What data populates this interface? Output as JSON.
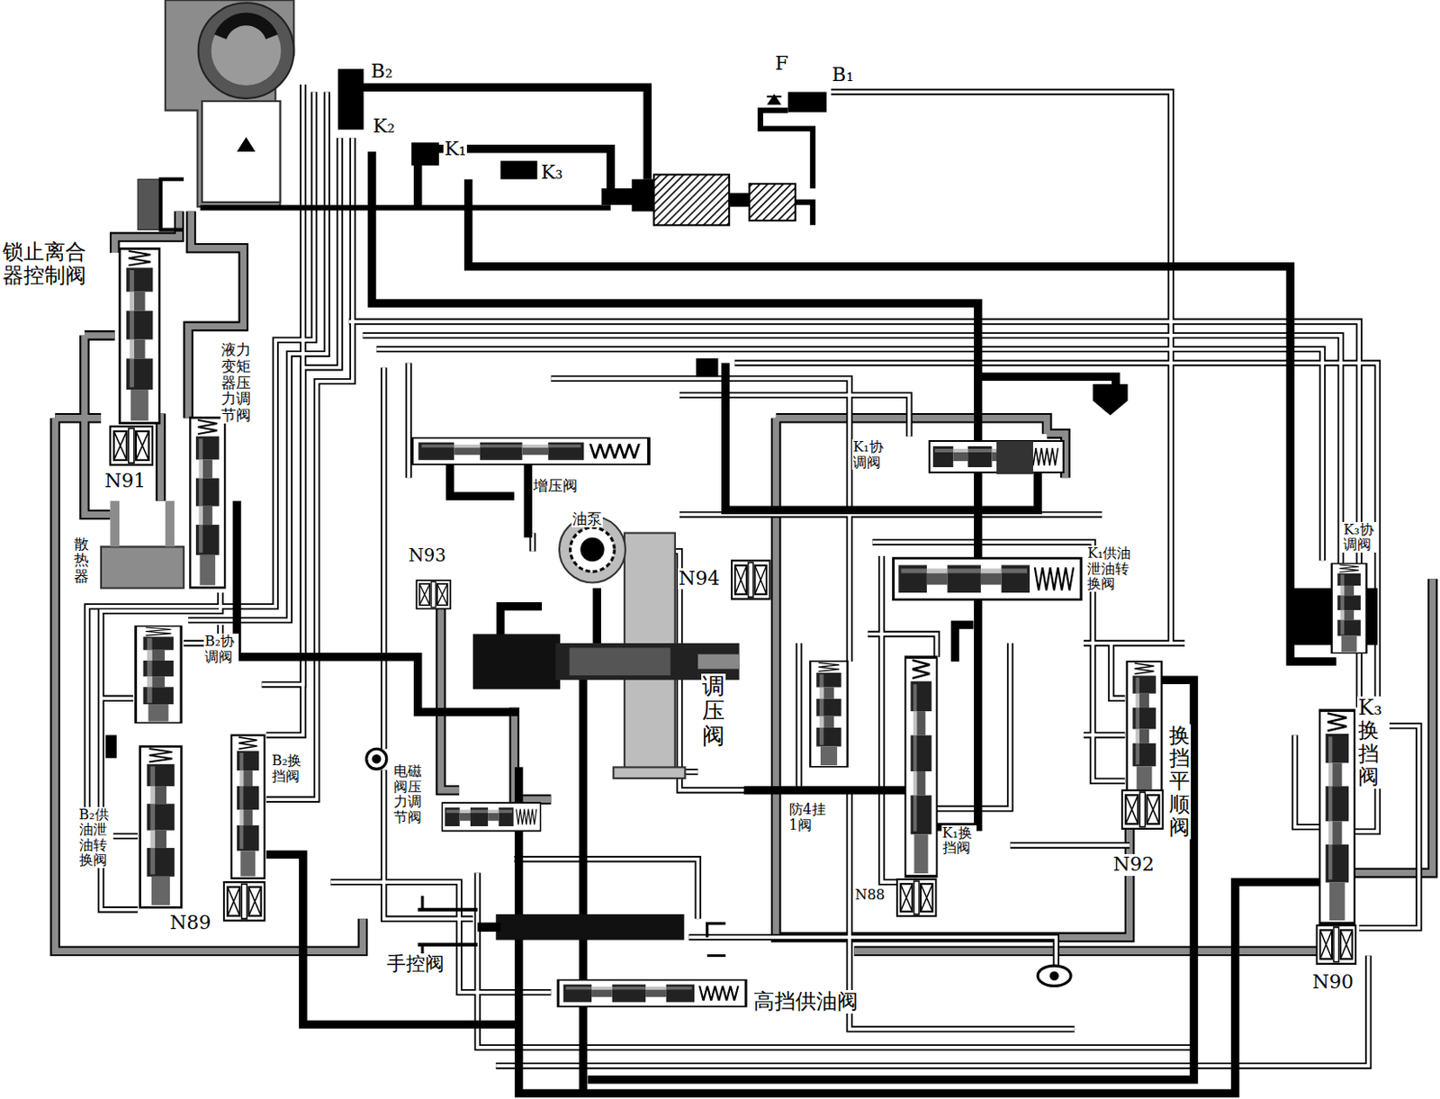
{
  "diagram": {
    "labels": [
      "B₂",
      "F",
      "B₁",
      "K₂",
      "K₁",
      "K₃",
      "锁止离合器控制阀",
      "液力变矩器压力调节阀",
      "N91",
      "散热器",
      "增压阀",
      "油泵",
      "N93",
      "K₁协调阀",
      "K₁供油泄油转换阀",
      "K₃协调阀",
      "N94",
      "B₂协调阀",
      "调压阀",
      "B₂换挡阀",
      "电磁阀压力调节阀",
      "换挡平顺阀",
      "K₃换挡阀",
      "防4挂1阀",
      "B₂供油泄油转换阀",
      "K₁换挡阀",
      "N92",
      "N88",
      "N89",
      "手控阀",
      "N90",
      "高挡供油阀"
    ]
  }
}
